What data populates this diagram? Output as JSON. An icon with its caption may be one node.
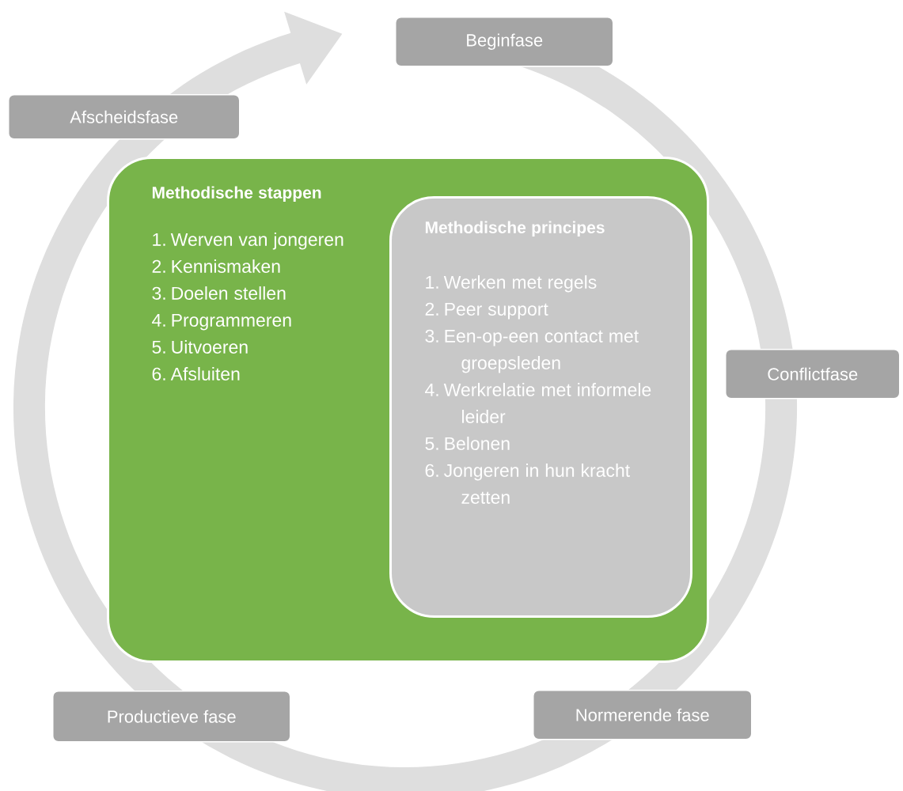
{
  "diagram": {
    "nodes": [
      {
        "text": [
          "Beginfase"
        ]
      },
      {
        "text": [
          "Conflictfase"
        ]
      },
      {
        "text": [
          "Normerende fase"
        ]
      },
      {
        "text": [
          "Productieve fase"
        ]
      },
      {
        "text": [
          "Afscheidsfase"
        ]
      },
      {
        "text": [
          "Methodische stappen",
          "1. Werven van jongeren",
          "2. Kennismaken",
          "3. Doelen stellen",
          "4. Programmeren",
          "5. Uitvoeren",
          "6. Afsluiten"
        ]
      },
      {
        "text": [
          "Methodische principes",
          "1. Werken met regels",
          "2. Peer support",
          "3. Een-op-een contact met groepsleden",
          "4. Werkrelatie met informele leider",
          "5. Belonen",
          "6. Jongeren in hun kracht zetten"
        ],
        "in": 5
      }
    ]
  }
}
